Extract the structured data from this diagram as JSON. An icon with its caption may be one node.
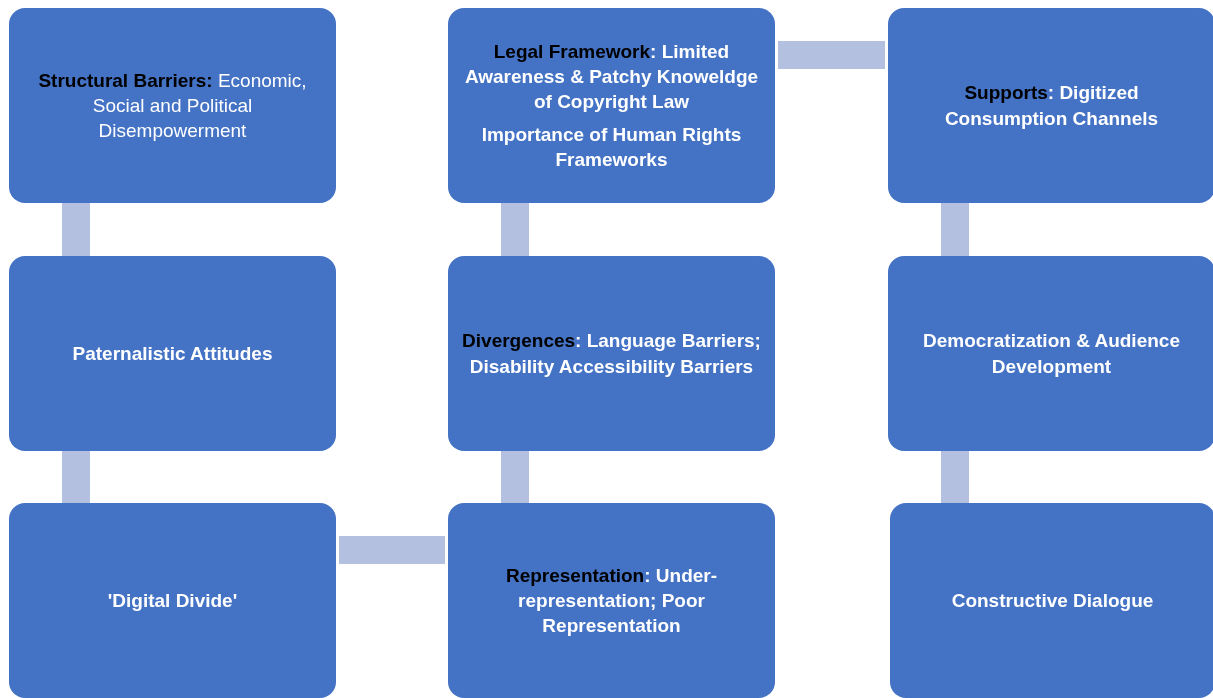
{
  "diagram": {
    "nodes": [
      {
        "text": [
          "**Structural Barriers:** Economic, Social and Political Disempowerment"
        ]
      },
      {
        "text": [
          "**Legal Framework**: Limited Awareness & Patchy Knoweldge of Copyright Law",
          "Importance of Human Rights Frameworks"
        ]
      },
      {
        "text": [
          "**Supports**: Digitized Consumption Channels"
        ]
      },
      {
        "text": [
          "Paternalistic Attitudes"
        ]
      },
      {
        "text": [
          "**Divergences**: Language Barriers; Disability Accessibility Barriers"
        ]
      },
      {
        "text": [
          "Democratization & Audience Development"
        ]
      },
      {
        "text": [
          "'Digital Divide'"
        ]
      },
      {
        "text": [
          "**Representation**: Under-representation; Poor Representation"
        ]
      },
      {
        "text": [
          "Constructive Dialogue"
        ]
      }
    ],
    "edges": [
      {
        "from": 0,
        "to": 3,
        "arrow": "none"
      },
      {
        "from": 3,
        "to": 6,
        "arrow": "none"
      },
      {
        "from": 6,
        "to": 7,
        "arrow": "none"
      },
      {
        "from": 7,
        "to": 4,
        "arrow": "none"
      },
      {
        "from": 4,
        "to": 1,
        "arrow": "none"
      },
      {
        "from": 1,
        "to": 2,
        "arrow": "none"
      },
      {
        "from": 2,
        "to": 5,
        "arrow": "none"
      },
      {
        "from": 5,
        "to": 8,
        "arrow": "none"
      }
    ]
  }
}
